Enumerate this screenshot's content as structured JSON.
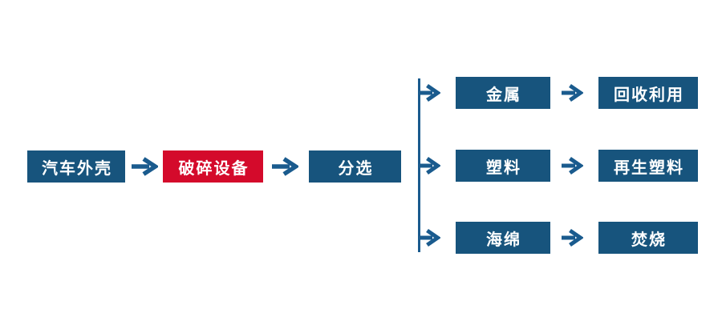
{
  "diagram": {
    "description_labels": {
      "type": "flowchart"
    },
    "main_nodes": [
      {
        "label": "汽车外壳",
        "variant": "blue"
      },
      {
        "label": "破碎设备",
        "variant": "red"
      },
      {
        "label": "分选",
        "variant": "blue"
      }
    ],
    "branches": [
      {
        "material": "金属",
        "outcome": "回收利用"
      },
      {
        "material": "塑料",
        "outcome": "再生塑料"
      },
      {
        "material": "海绵",
        "outcome": "焚烧"
      }
    ]
  },
  "colors": {
    "box_blue": "#17547D",
    "box_red": "#D40A2B",
    "arrow_blue": "#1A5B8E",
    "text_white": "#FFFFFF",
    "background": "#FFFFFF"
  }
}
